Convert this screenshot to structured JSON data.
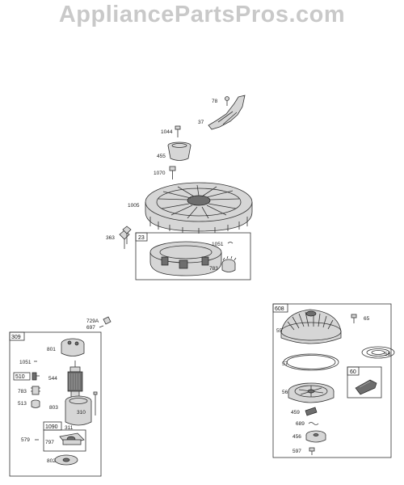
{
  "brand": {
    "watermark": "AppliancePartsPros.com"
  },
  "labels": {
    "p78": "78",
    "p37": "37",
    "p1044": "1044",
    "p455": "455",
    "p1070": "1070",
    "p1005": "1005",
    "p363": "363",
    "p23": "23",
    "p1051a": "1051",
    "p783a": "783",
    "p729a": "729A",
    "p697": "697",
    "p309": "309",
    "p801": "801",
    "p1051b": "1051",
    "p510": "510",
    "p544": "544",
    "p783b": "783",
    "p513": "513",
    "p803": "803",
    "p310": "310",
    "p1090": "1090",
    "p311": "311",
    "p579": "579",
    "p797": "797",
    "p802": "802",
    "p608": "608",
    "p65": "65",
    "p55": "55",
    "p58": "58",
    "p57": "57",
    "p60": "60",
    "p56": "56",
    "p459": "459",
    "p689": "689",
    "p456": "456",
    "p597": "597"
  }
}
